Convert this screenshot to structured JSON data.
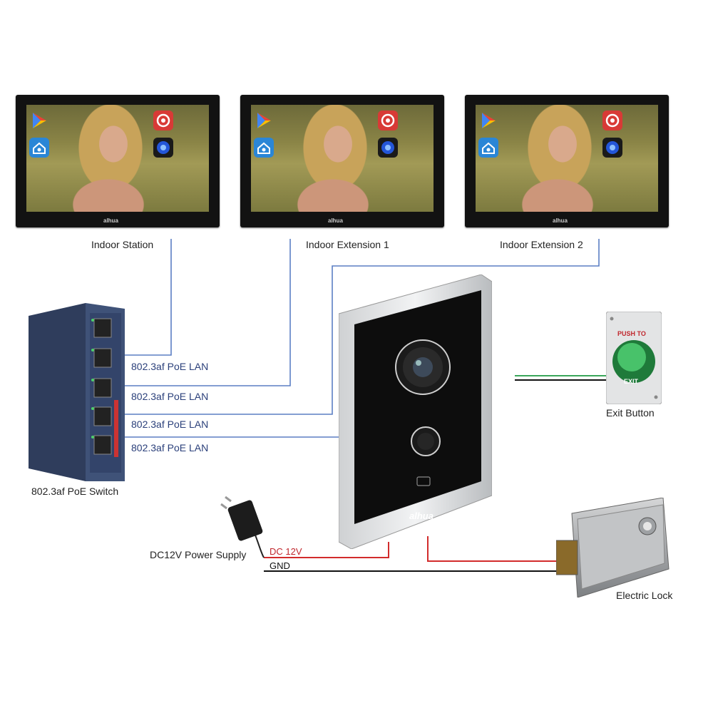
{
  "monitors": [
    {
      "name": "Indoor Station",
      "brand": "alhua"
    },
    {
      "name": "Indoor Extension 1",
      "brand": "alhua"
    },
    {
      "name": "Indoor Extension 2",
      "brand": "alhua"
    }
  ],
  "lan_labels": [
    "802.3af PoE LAN",
    "802.3af PoE LAN",
    "802.3af PoE LAN",
    "802.3af PoE LAN"
  ],
  "switch_label": "802.3af PoE Switch",
  "exit_button": {
    "label": "Exit Button",
    "top_text": "PUSH TO",
    "bottom_text": "EXIT"
  },
  "door_station": {
    "brand": "alhua"
  },
  "power_supply_label": "DC12V Power Supply",
  "dc_label": "DC 12V",
  "gnd_label": "GND",
  "lock_label": "Electric Lock",
  "colors": {
    "lan": "#5b7fc4",
    "dc": "#d22c2c",
    "gnd": "#111111",
    "exit_wire": "#3aa65a"
  }
}
